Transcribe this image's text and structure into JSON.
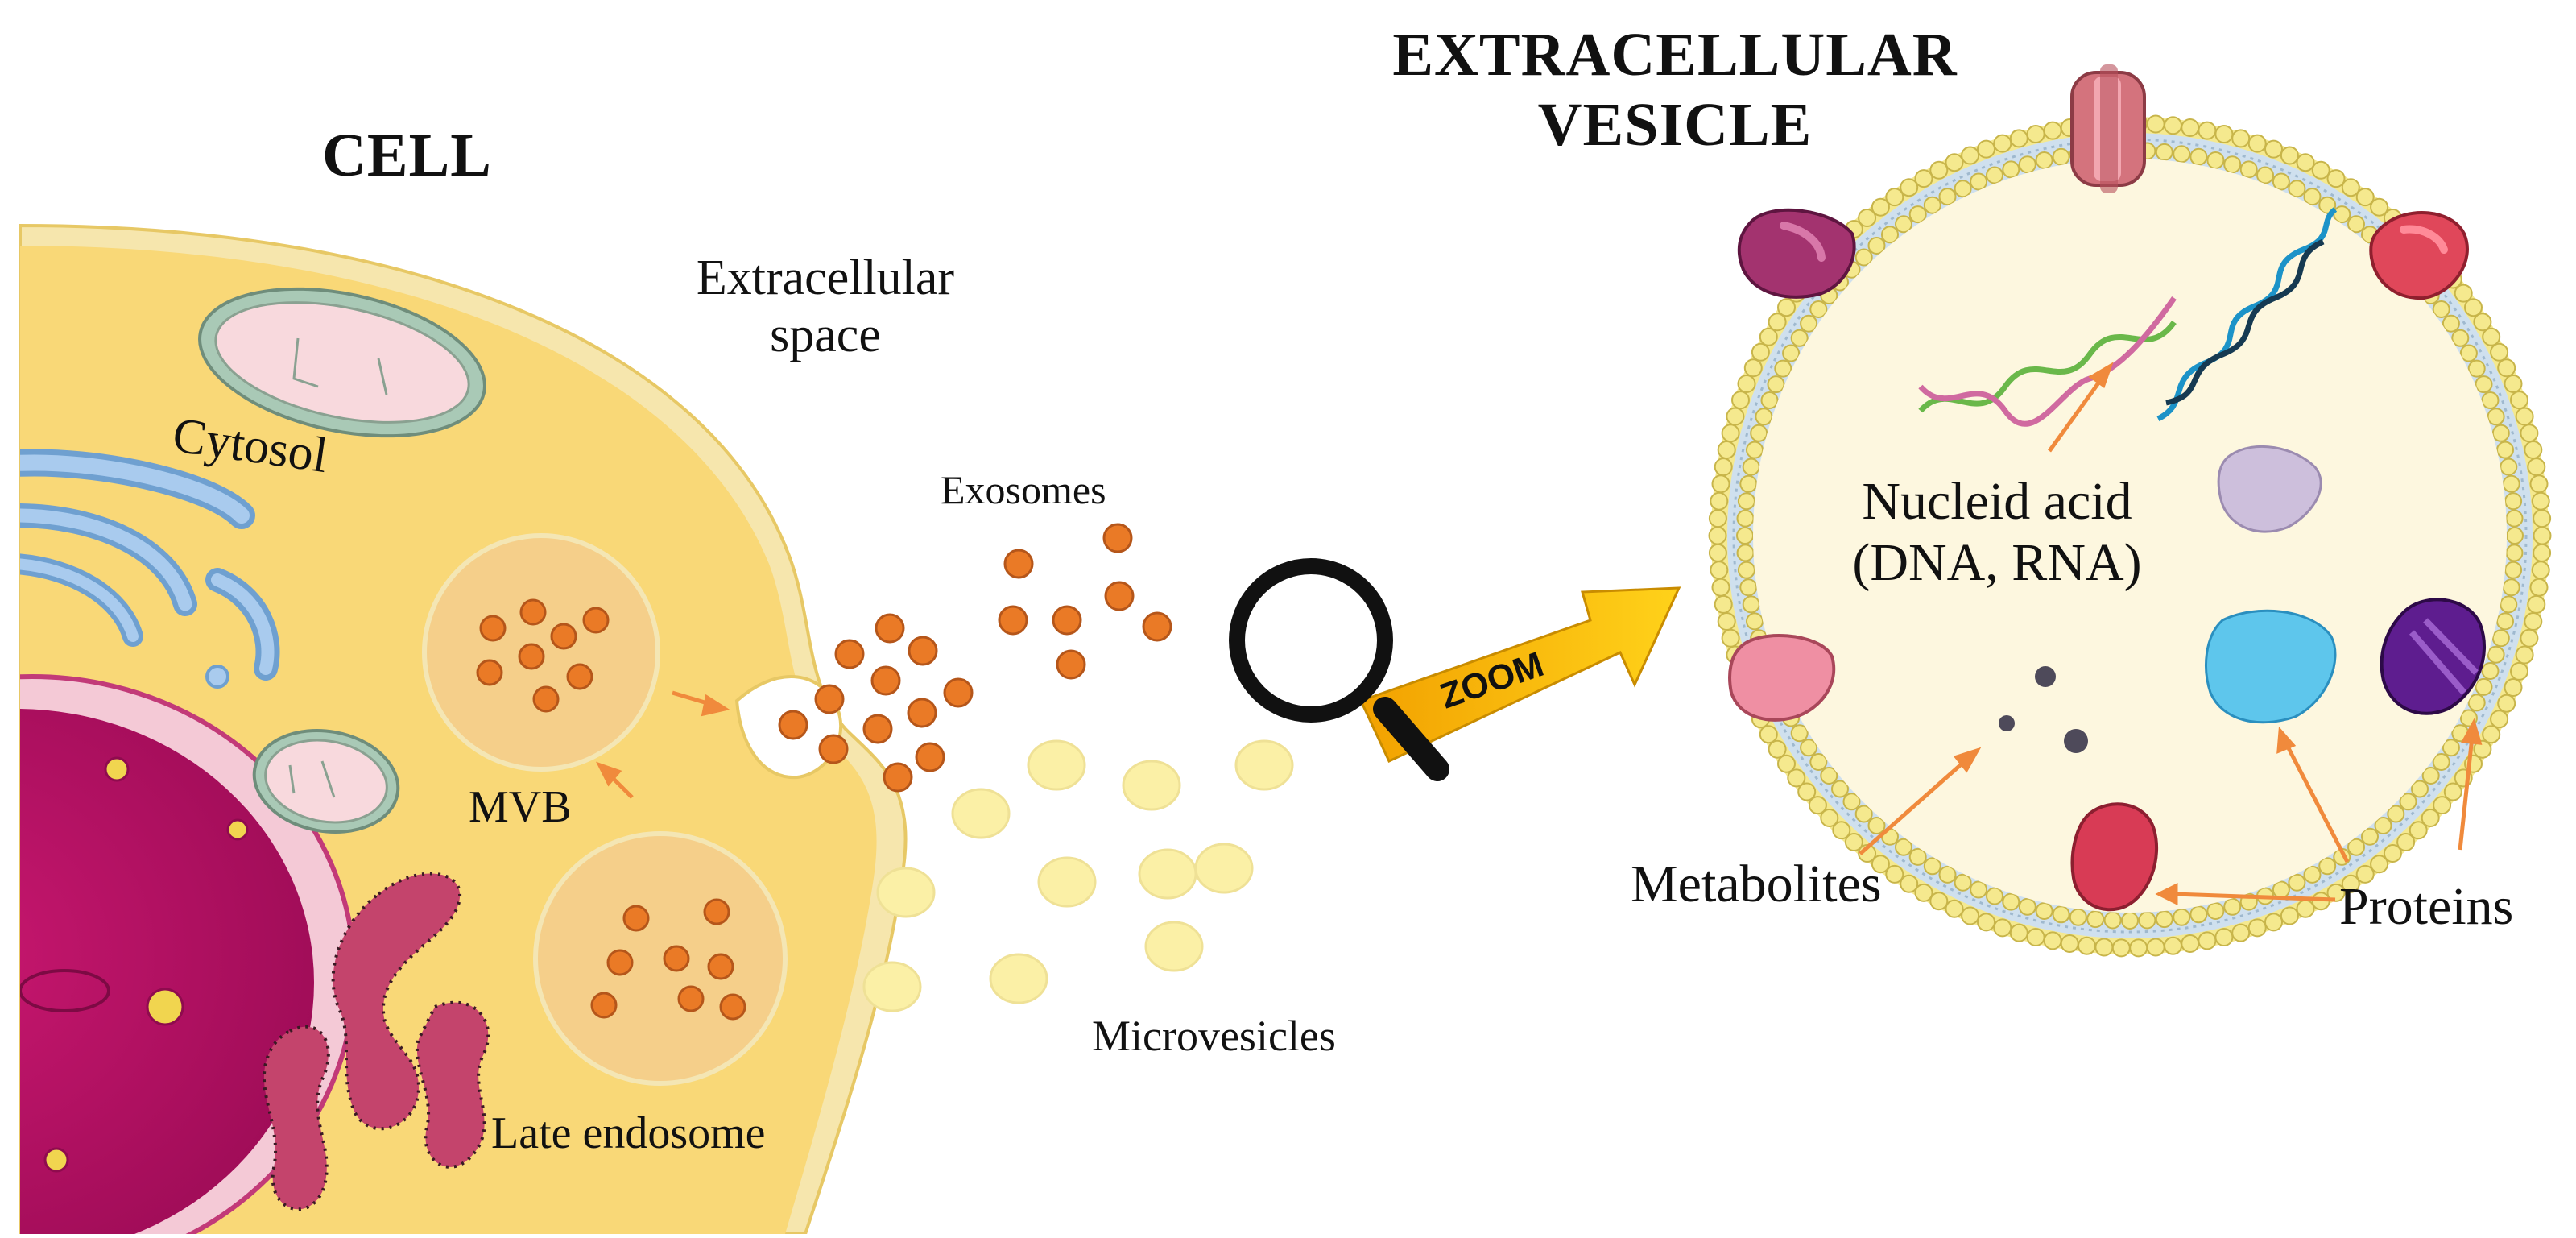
{
  "labels": {
    "cell_title": "CELL",
    "ev_title_line1": "EXTRACELLULAR",
    "ev_title_line2": "VESICLE",
    "extracellular_space_line1": "Extracellular",
    "extracellular_space_line2": "space",
    "cytosol": "Cytosol",
    "mvb": "MVB",
    "late_endosome": "Late endosome",
    "exosomes": "Exosomes",
    "microvesicles": "Microvesicles",
    "zoom": "ZOOM",
    "nucleic_acid_line1": "Nucleid acid",
    "nucleic_acid_line2": "(DNA, RNA)",
    "metabolites": "Metabolites",
    "proteins": "Proteins"
  },
  "colors": {
    "cytoplasm": "#f9d877",
    "cytoplasm_edge": "#f5e7b0",
    "nucleus": "#b81065",
    "exosome": "#ea7a26",
    "microvesicle": "#fbf0a6",
    "vesicle_lumen": "#fdf7df",
    "membrane_head": "#f3e48a",
    "membrane_tail": "#c9dcec",
    "arrow": "#f08a3c",
    "zoom_arrow": "#f6b400"
  },
  "icons": [
    "magnifying-glass-icon",
    "zoom-arrow-icon",
    "dna-helix-icon",
    "membrane-protein-icon"
  ]
}
